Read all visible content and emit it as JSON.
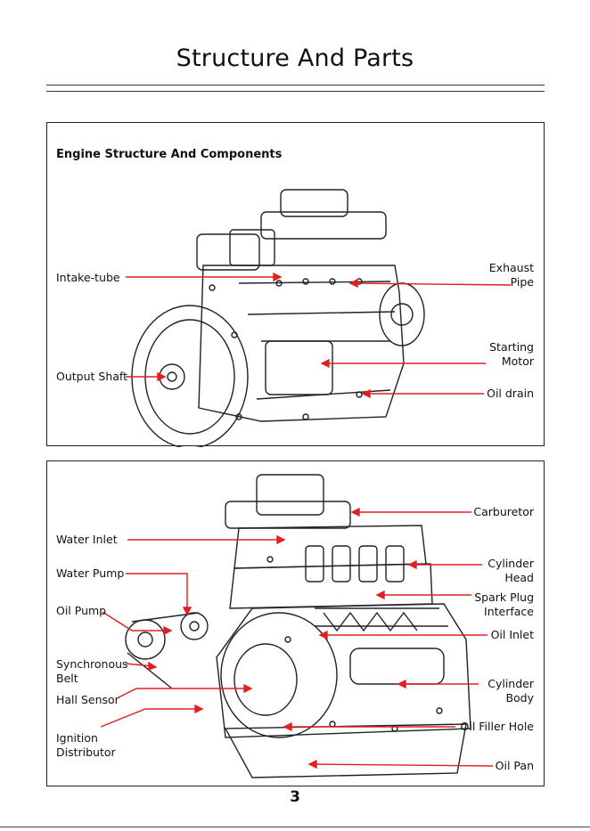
{
  "page": {
    "title": "Structure And Parts",
    "page_number": "3"
  },
  "panel1": {
    "heading": "Engine Structure And Components",
    "labels": {
      "intake_tube": "Intake-tube",
      "output_shaft": "Output Shaft",
      "exhaust_pipe_1": "Exhaust",
      "exhaust_pipe_2": "Pipe",
      "starting_motor_1": "Starting",
      "starting_motor_2": "Motor",
      "oil_drain": "Oil drain"
    }
  },
  "panel2": {
    "labels": {
      "carburetor": "Carburetor",
      "water_inlet": "Water Inlet",
      "water_pump": "Water Pump",
      "oil_pump": "Oil Pump",
      "synchronous_belt_1": "Synchronous",
      "synchronous_belt_2": "Belt",
      "hall_sensor": "Hall Sensor",
      "ignition_distributor_1": "Ignition",
      "ignition_distributor_2": "Distributor",
      "cylinder_head_1": "Cylinder",
      "cylinder_head_2": "Head",
      "spark_plug_interface_1": "Spark Plug",
      "spark_plug_interface_2": "Interface",
      "oil_inlet": "Oil Inlet",
      "cylinder_body_1": "Cylinder",
      "cylinder_body_2": "Body",
      "oil_filler_hole": "Oil Filler Hole",
      "oil_pan": "Oil Pan"
    }
  },
  "colors": {
    "callout": "#e02020",
    "ink": "#111111"
  }
}
